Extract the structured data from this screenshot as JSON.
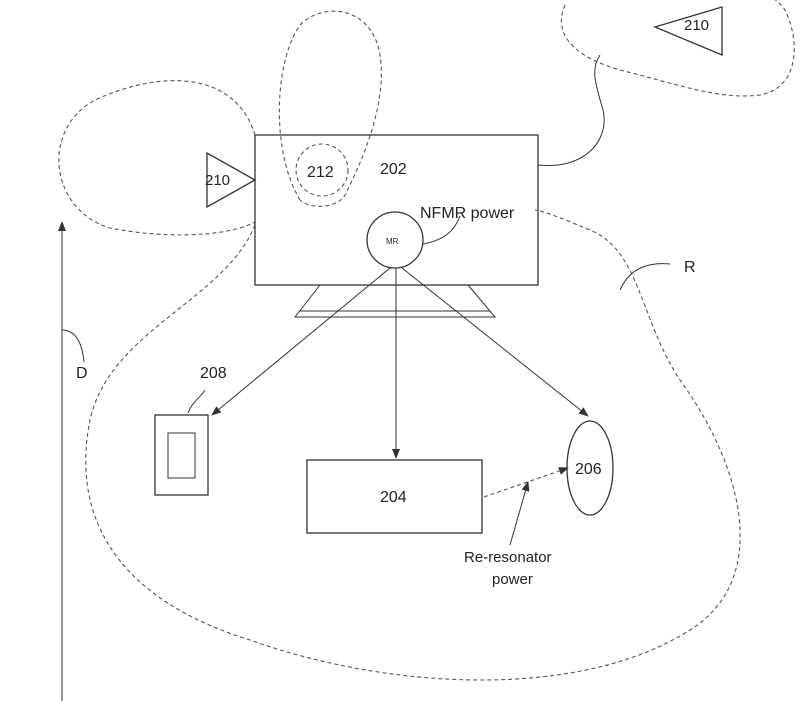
{
  "labels": {
    "main_unit": "202",
    "device_204": "204",
    "device_206": "206",
    "device_208": "208",
    "antenna_left": "210",
    "antenna_right": "210",
    "loop_212": "212",
    "mr": "MR",
    "nfmr_power": "NFMR power",
    "re_resonator_line1": "Re-resonator",
    "re_resonator_line2": "power",
    "range": "R",
    "distance": "D"
  },
  "colors": {
    "line": "#333333",
    "dash": "#555555",
    "background": "#ffffff"
  }
}
